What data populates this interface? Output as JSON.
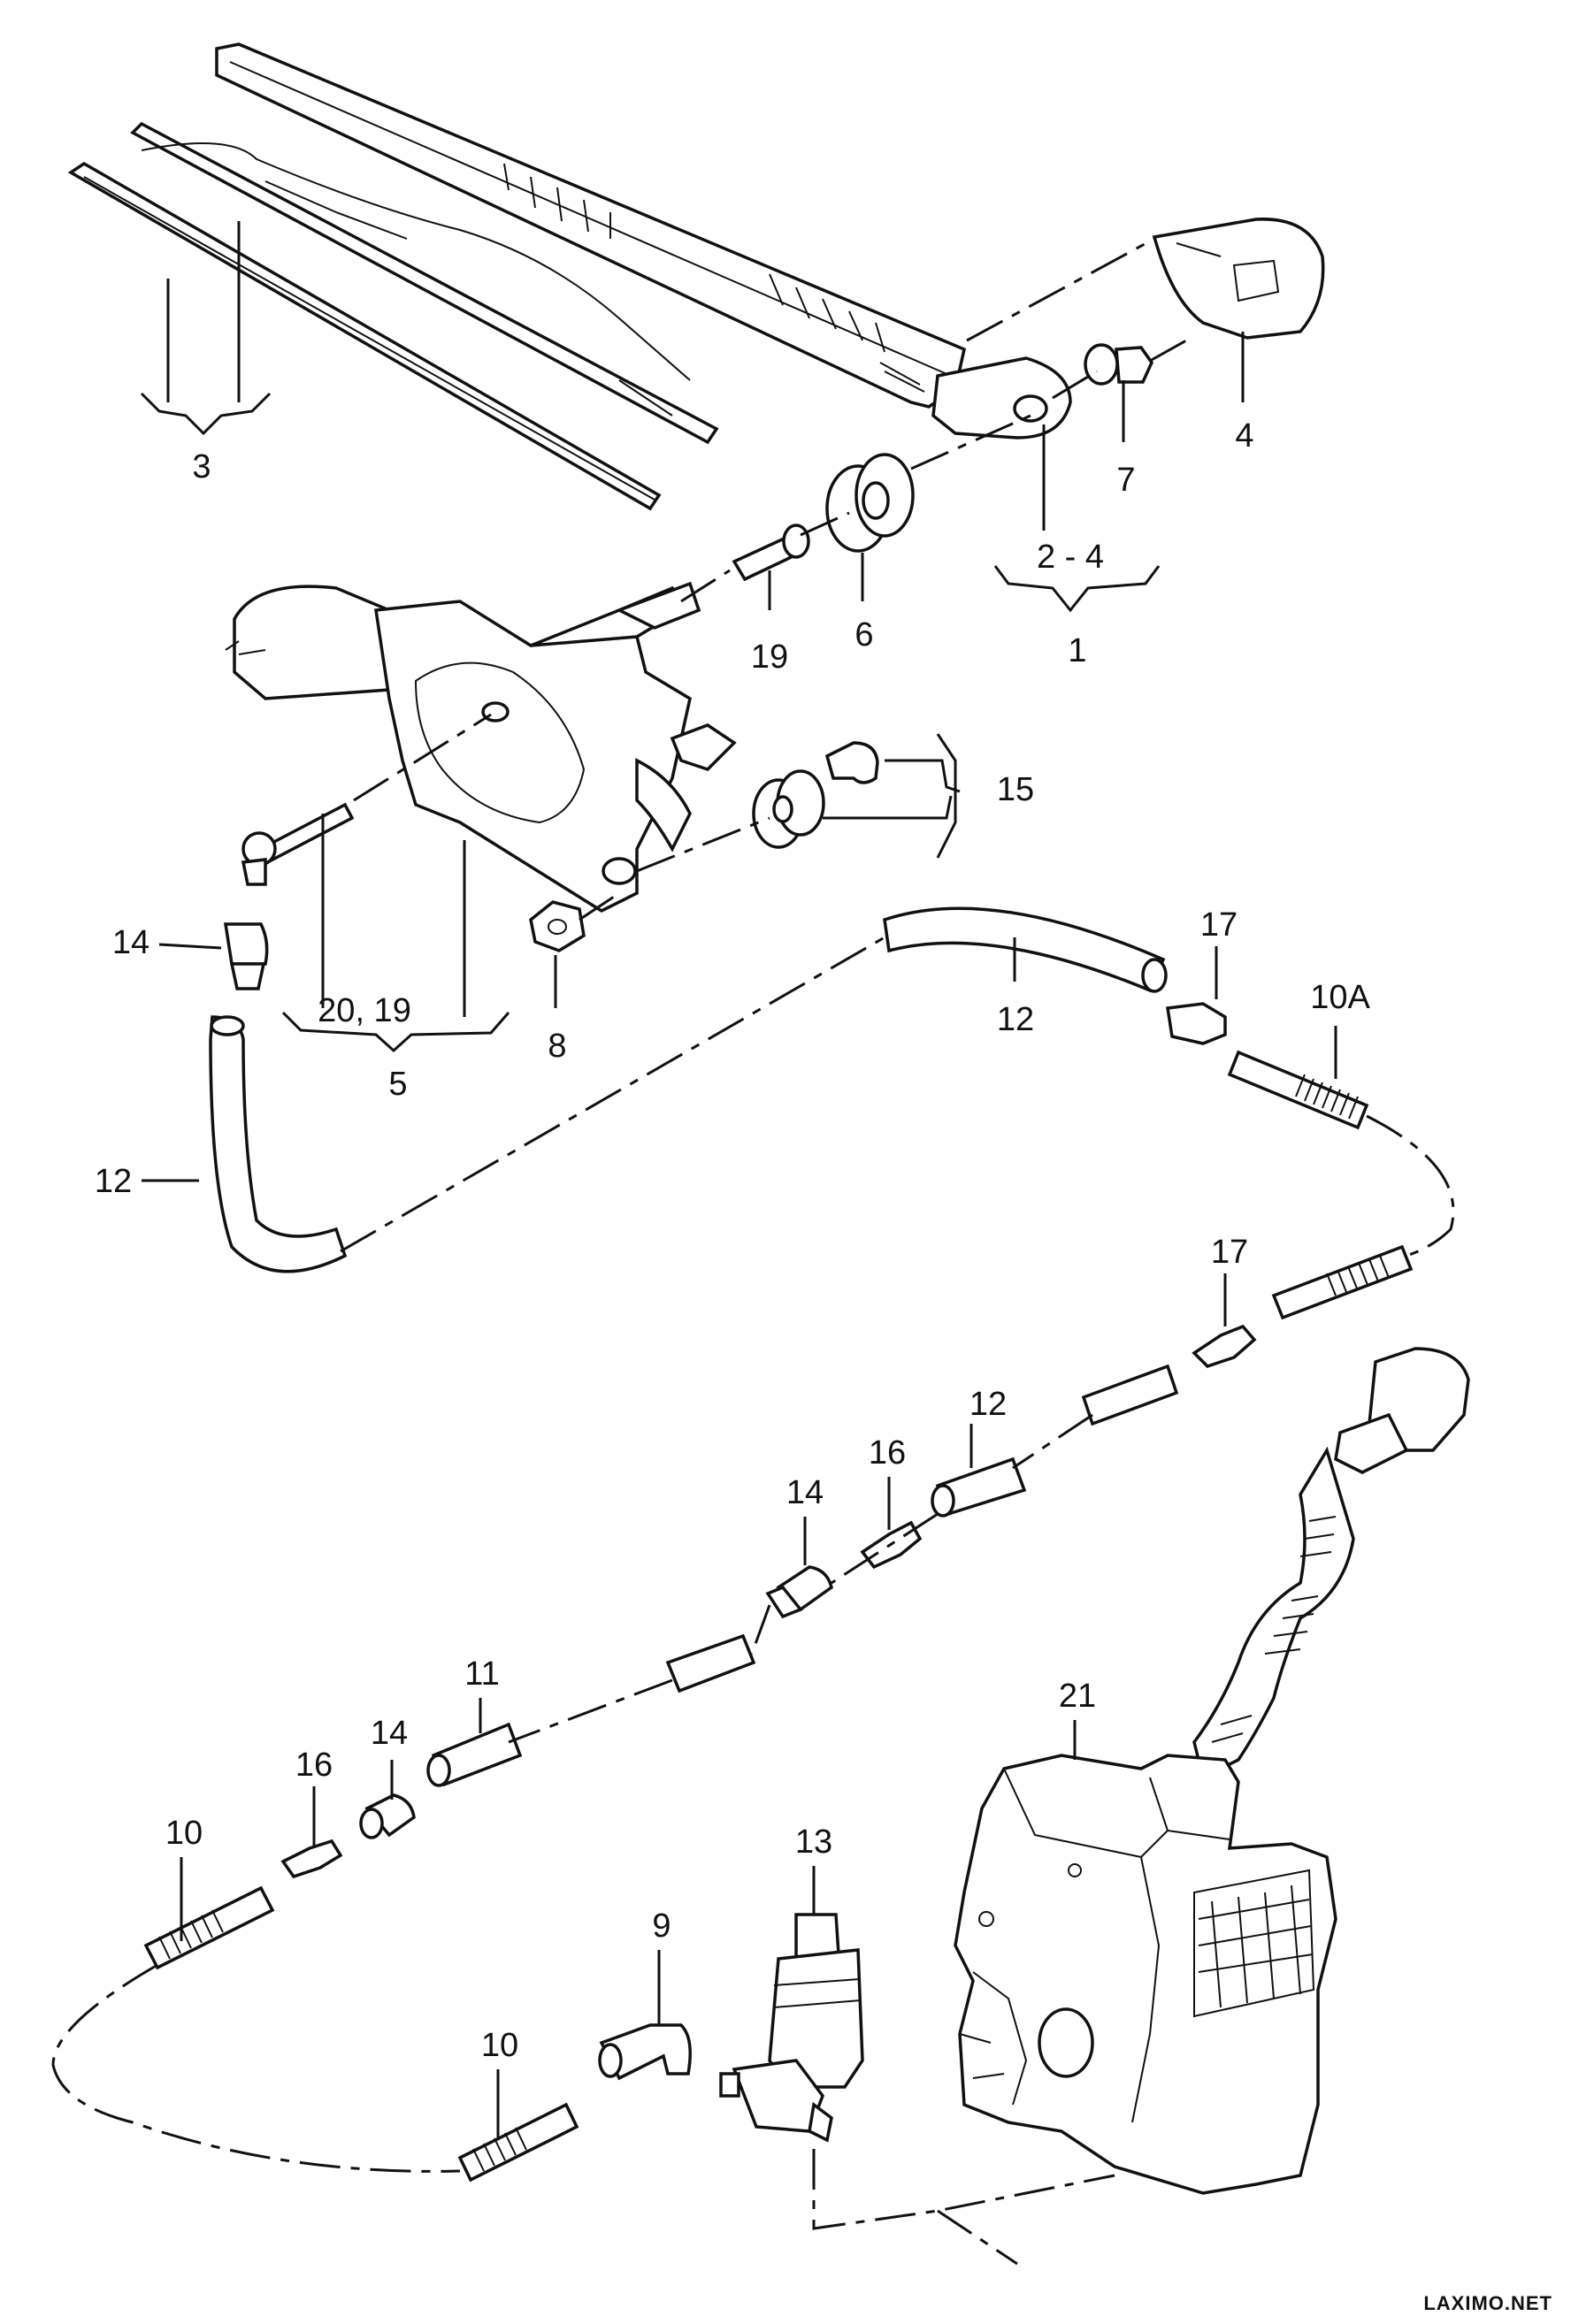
{
  "labels": {
    "p1": "1",
    "p2_4": "2 - 4",
    "p3": "3",
    "p4": "4",
    "p5": "5",
    "p6": "6",
    "p7": "7",
    "p8": "8",
    "p9": "9",
    "p10a": "10",
    "p10b": "10",
    "p10A": "10A",
    "p11": "11",
    "p12a": "12",
    "p12b": "12",
    "p12c": "12",
    "p13": "13",
    "p14a": "14",
    "p14b": "14",
    "p14c": "14",
    "p15": "15",
    "p16a": "16",
    "p16b": "16",
    "p17a": "17",
    "p17b": "17",
    "p19": "19",
    "p20_19": "20, 19",
    "p21": "21"
  },
  "watermark": "LAXIMO.NET"
}
